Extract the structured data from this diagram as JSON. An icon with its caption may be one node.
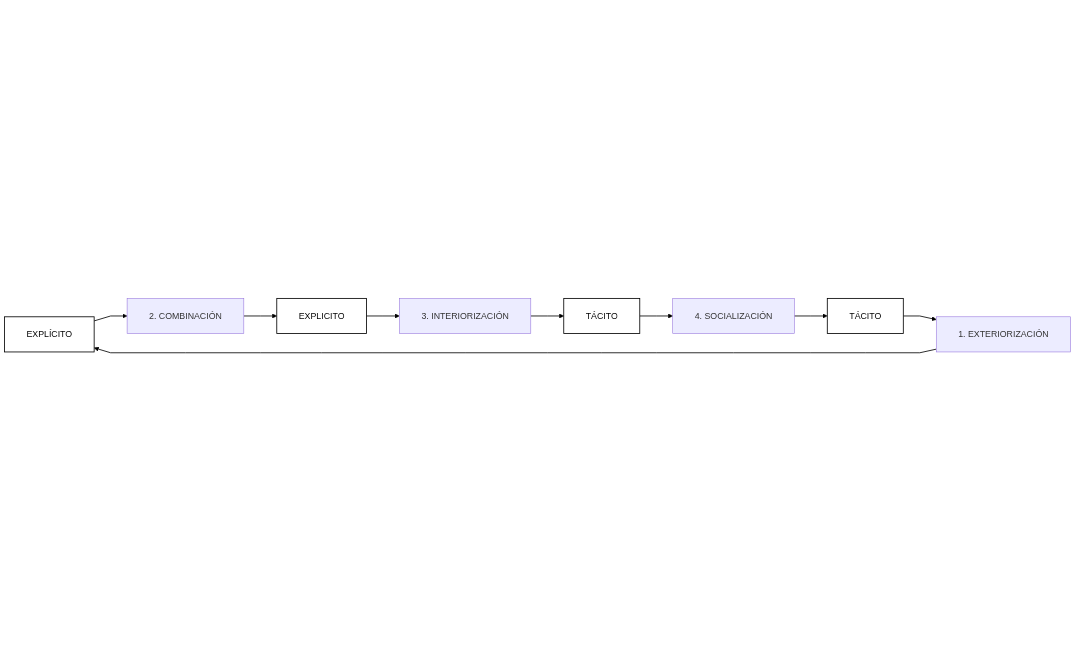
{
  "diagram": {
    "nodes": [
      {
        "text": [
          "EXPLÍCITO"
        ]
      },
      {
        "text": [
          "1. EXTERIORIZACIÓN"
        ]
      },
      {
        "text": [
          "2. COMBINACIÓN"
        ]
      },
      {
        "text": [
          "TÁCITO"
        ]
      },
      {
        "text": [
          "EXPLICITO"
        ]
      },
      {
        "text": [
          "4. SOCIALIZACIÓN"
        ]
      },
      {
        "text": [
          "3. INTERIORIZACIÓN"
        ]
      },
      {
        "text": [
          "TÁCITO"
        ]
      }
    ],
    "edges": [
      {
        "from": 1,
        "to": 0,
        "arrow": "to"
      },
      {
        "from": 0,
        "to": 2,
        "arrow": "to"
      },
      {
        "from": 2,
        "to": 4,
        "arrow": "to"
      },
      {
        "from": 4,
        "to": 6,
        "arrow": "to"
      },
      {
        "from": 6,
        "to": 7,
        "arrow": "to"
      },
      {
        "from": 7,
        "to": 5,
        "arrow": "to"
      },
      {
        "from": 5,
        "to": 3,
        "arrow": "to"
      },
      {
        "from": 3,
        "to": 1,
        "arrow": "to"
      }
    ]
  }
}
